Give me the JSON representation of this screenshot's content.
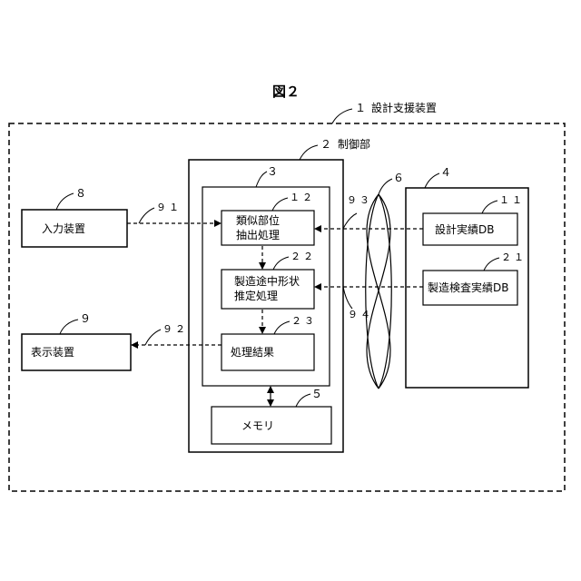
{
  "figure_title": "図２",
  "device": {
    "number": "１",
    "label": "設計支援装置"
  },
  "controller": {
    "number": "２",
    "label": "制御部"
  },
  "processor_number": "３",
  "db_group_number": "４",
  "memory": {
    "number": "５",
    "label": "メモリ"
  },
  "network_number": "６",
  "input_device": {
    "number": "８",
    "label": "入力装置"
  },
  "display_device": {
    "number": "９",
    "label": "表示装置"
  },
  "similar_part": {
    "number": "１２",
    "line1": "類似部位",
    "line2": "抽出処理"
  },
  "shape_estimate": {
    "number": "２２",
    "line1": "製造途中形状",
    "line2": "推定処理"
  },
  "result": {
    "number": "２３",
    "label": "処理結果"
  },
  "design_db": {
    "number": "１１",
    "label": "設計実績DB"
  },
  "inspection_db": {
    "number": "２１",
    "label": "製造検査実績DB"
  },
  "signals": {
    "s91": "９１",
    "s92": "９２",
    "s93": "９３",
    "s94": "９４"
  }
}
